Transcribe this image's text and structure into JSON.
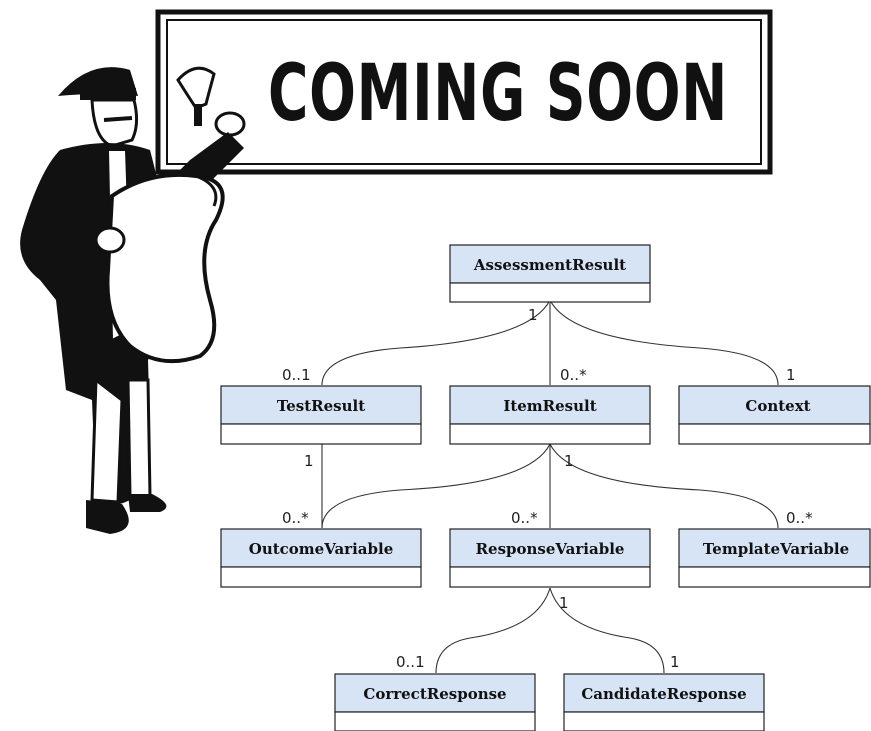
{
  "sign": {
    "text": "COMING SOON"
  },
  "illustration": {
    "subject": "town-crier-with-bell-and-scroll"
  },
  "diagram": {
    "classes": {
      "assessment_result": "AssessmentResult",
      "test_result": "TestResult",
      "item_result": "ItemResult",
      "context": "Context",
      "outcome_variable": "OutcomeVariable",
      "response_variable": "ResponseVariable",
      "template_variable": "TemplateVariable",
      "correct_response": "CorrectResponse",
      "candidate_response": "CandidateResponse"
    },
    "multiplicities": {
      "ar_source": "1",
      "ar_test_result": "0..1",
      "ar_item_result": "0..*",
      "ar_context": "1",
      "tr_source": "1",
      "tr_outcome_variable": "0..*",
      "ir_source": "1",
      "ir_outcome_variable": "0..*",
      "ir_template_variable": "0..*",
      "rv_source": "1",
      "rv_correct_response": "0..1",
      "rv_candidate_response": "1"
    },
    "colors": {
      "class_header": "#d6e4f5",
      "class_body": "#ffffff",
      "line": "#333333"
    }
  }
}
